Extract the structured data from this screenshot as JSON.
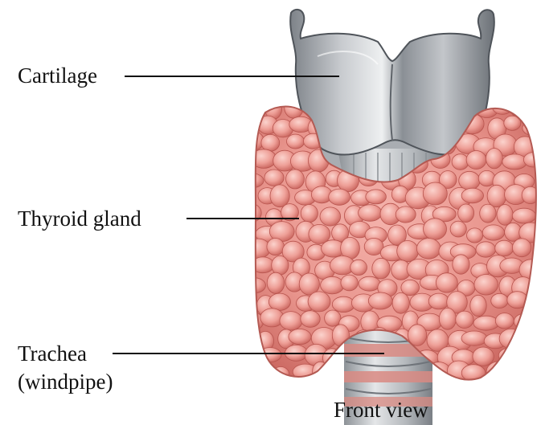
{
  "labels": {
    "cartilage": "Cartilage",
    "thyroid": "Thyroid gland",
    "trachea": "Trachea",
    "trachea_sub": "(windpipe)"
  },
  "caption": "Front view",
  "colors": {
    "cartilage": "#b9bcc0",
    "cartilage_dark": "#6f747a",
    "gland": "#e8968f",
    "gland_light": "#f6c2bb",
    "gland_dark": "#b8554f",
    "trachea": "#c9ccd0",
    "trachea_ring": "#d9837c",
    "leader": "#111111"
  }
}
